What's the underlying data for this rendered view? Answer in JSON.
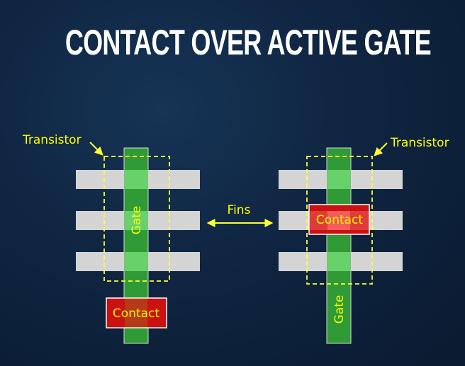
{
  "title": "CONTACT OVER ACTIVE GATE",
  "left_transistor": {
    "transistor_label": "Transistor",
    "gate_label": "Gate",
    "contact_label": "Contact"
  },
  "right_transistor": {
    "transistor_label": "Transistor",
    "gate_label": "Gate",
    "contact_label": "Contact"
  },
  "fins_label": "Fins",
  "colors": {
    "background": "#0f2541",
    "fin": "#d4d4d4",
    "gate": "#2f9a36",
    "gate_over_fin": "#68d16a",
    "contact_fill": "#cc1111",
    "contact_border": "#ffffff",
    "label": "#ffff00",
    "outline": "#ffff33"
  }
}
